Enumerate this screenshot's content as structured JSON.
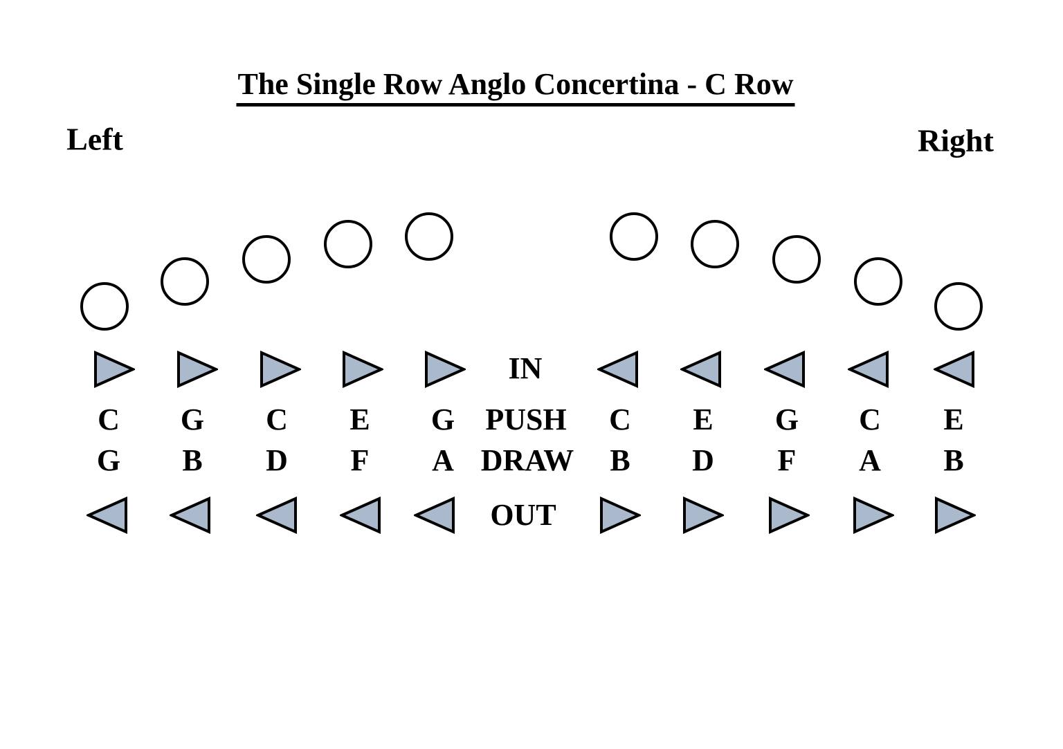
{
  "title": "The Single Row Anglo Concertina - C Row",
  "side_labels": {
    "left": "Left",
    "right": "Right"
  },
  "bellows": {
    "in": "IN",
    "push": "PUSH",
    "draw": "DRAW",
    "out": "OUT"
  },
  "notes": {
    "push_left": [
      "C",
      "G",
      "C",
      "E",
      "G"
    ],
    "push_right": [
      "C",
      "E",
      "G",
      "C",
      "E"
    ],
    "draw_left": [
      "G",
      "B",
      "D",
      "F",
      "A"
    ],
    "draw_right": [
      "B",
      "D",
      "F",
      "A",
      "B"
    ]
  },
  "buttons": {
    "left_count": 5,
    "right_count": 5
  },
  "arrows": {
    "in_left_direction": "right",
    "in_right_direction": "left",
    "out_left_direction": "left",
    "out_right_direction": "right"
  },
  "colors": {
    "triangle_fill": "#aab9cb",
    "outline": "#000000",
    "background": "#ffffff"
  }
}
